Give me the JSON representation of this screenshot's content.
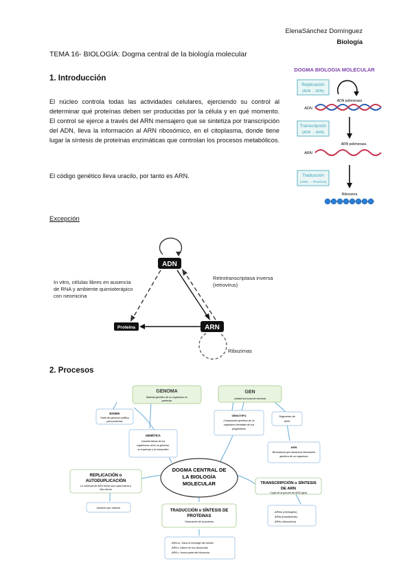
{
  "header": {
    "author": "ElenaSánchez Domínguez",
    "subject": "Biología"
  },
  "title": "TEMA 16- BIOLOGÍA: Dogma central de la biología molecular",
  "intro": {
    "heading": "1. Introducción",
    "paragraph1": "El núcleo controla todas las actividades celulares, ejerciendo su control al determinar qué proteínas deben ser producidas por la célula y en qué momento. El control se ejerce a través del ARN mensajero que se sintetiza por transcripción del ADN, lleva la información al ARN ribosómico, en el citoplasma, donde tiene lugar la síntesis de proteínas enzimáticas que controlan los procesos metabólicos.",
    "paragraph2": "El código genético lleva uracilo, por tanto es ARN."
  },
  "dogma_figure": {
    "title": "DOGMA BIOLOGIA MOLECULAR",
    "replication_label": "Replicación",
    "replication_sub": "(ADN → ADN)",
    "adn_polimerasa": "ADN polimerasa",
    "adn": "ADN",
    "transcription_label": "Transcripción",
    "transcription_sub": "(ADN → ARN)",
    "arn_polimerasa": "ARN polimerasa",
    "arn": "ARN",
    "translation_label": "Traducción",
    "translation_sub": "(ARN → Proteína)",
    "ribosoma": "Ribosoma"
  },
  "exception": {
    "heading": "Excepción",
    "adn": "ADN",
    "arn": "ARN",
    "proteina": "Proteína",
    "invitro_1": "In vitro, células libres en ausencia",
    "invitro_2": "de RNA y ambiente quimioterápico",
    "invitro_3": "con neomicina",
    "retro_1": "Retrotranscriptasa inversa",
    "retro_2": "(retrovirus)",
    "ribozimas": "Ribozimas"
  },
  "processes": {
    "heading": "2. Procesos",
    "center_1": "DOGMA CENTRAL DE",
    "center_2": "LA BIOLOGÍA",
    "center_3": "MOLECULAR",
    "genoma_title": "GENOMA",
    "genoma_desc_1": "Material genético de un organismo en",
    "genoma_desc_2": "particular",
    "exoma_title": "EXOMA",
    "exoma_desc_1": "Parte del genoma codifica",
    "exoma_desc_2": "para proteínas",
    "genetica_title": "GENÉTICA",
    "genetica_desc_1": "Características de los",
    "genetica_desc_2": "organismos vivos se generan,",
    "genetica_desc_3": "se expresan y se transmiten",
    "gen_title": "GEN",
    "gen_desc": "Unidad funcional de herencia",
    "genotipo_title": "GENOTIPO",
    "genotipo_desc_1": "Composición genética de un",
    "genotipo_desc_2": "organismo heredado de sus",
    "genotipo_desc_3": "progenitores",
    "segmento_1": "Segmento de",
    "segmento_2": "ADN",
    "adn_title": "ADN",
    "adn_desc_1": "Biomolécula que almacena información",
    "adn_desc_2": "genética de un organismo",
    "replicacion_title_1": "REPLICACIÓN o",
    "replicacion_title_2": "AUTODUPLICACIÓN",
    "replicacion_desc_1": "La molécula de ADN forma una copia exacta a",
    "replicacion_desc_2": "ella misma",
    "division": "División por mitosis",
    "transcripcion_title_1": "TRANSCRIPCIÓN o SÍNTESIS",
    "transcripcion_title_2": "DE ARN",
    "transcripcion_desc": "Copia de la porción de ADN (gen)",
    "arn_types": [
      "ARNm (mensajero)",
      "ARNt (transferente)",
      "ARNr (ribosómico)"
    ],
    "traduccion_title_1": "TRADUCCIÓN o SÍNTESIS DE",
    "traduccion_title_2": "PROTEINAS",
    "traduccion_desc": "Fabricación de la proteína",
    "arn_roles": [
      "ARN-m: Saca el mensaje del núcleo",
      "ARN-t: Aduce en los ribosomas",
      "ARN-r: forma parte del ribosoma"
    ]
  }
}
